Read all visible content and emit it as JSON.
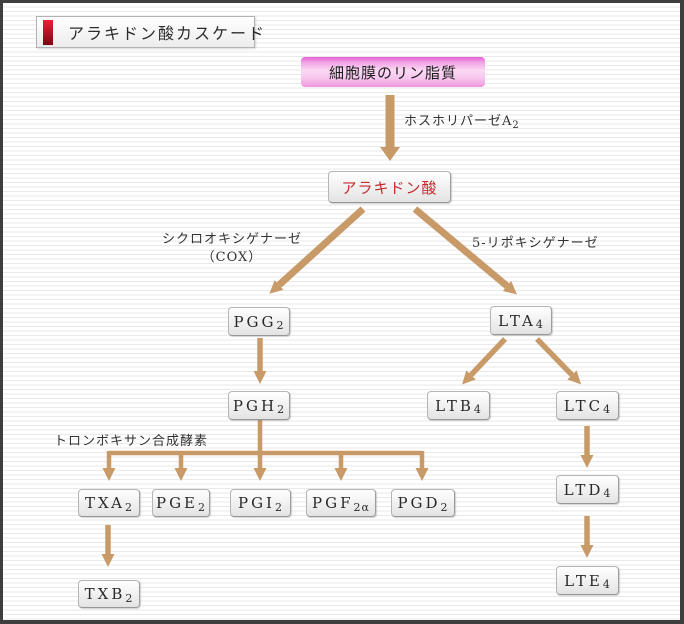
{
  "title": {
    "text": "アラキドン酸カスケード"
  },
  "nodes": {
    "phospholipid": {
      "text": "細胞膜のリン脂質",
      "sub": ""
    },
    "arachidonic": {
      "text": "アラキドン酸",
      "sub": ""
    },
    "pgg2": {
      "text": "PGG",
      "sub": "2"
    },
    "pgh2": {
      "text": "PGH",
      "sub": "2"
    },
    "txa2": {
      "text": "TXA",
      "sub": "2"
    },
    "pge2": {
      "text": "PGE",
      "sub": "2"
    },
    "pgi2": {
      "text": "PGI",
      "sub": "2"
    },
    "pgf2a": {
      "text": "PGF",
      "sub": "2α"
    },
    "pgd2": {
      "text": "PGD",
      "sub": "2"
    },
    "txb2": {
      "text": "TXB",
      "sub": "2"
    },
    "lta4": {
      "text": "LTA",
      "sub": "4"
    },
    "ltb4": {
      "text": "LTB",
      "sub": "4"
    },
    "ltc4": {
      "text": "LTC",
      "sub": "4"
    },
    "ltd4": {
      "text": "LTD",
      "sub": "4"
    },
    "lte4": {
      "text": "LTE",
      "sub": "4"
    }
  },
  "enzymes": {
    "phospholipase_a2": {
      "text": "ホスホリパーゼA",
      "sub": "2"
    },
    "cyclooxygenase_line1": "シクロオキシゲナーゼ",
    "cyclooxygenase_line2": "（COX）",
    "lipoxygenase": "5-リポキシゲナーゼ",
    "thromboxane_synthase": "トロンボキサン合成酵素"
  },
  "colors": {
    "arrow_color": "#c79a68",
    "title_accent_top": "#ee1f37",
    "title_accent_bottom": "#7a0712",
    "arachidonic_red": "#c5292b",
    "highlight_pink": "#ee82ee"
  }
}
